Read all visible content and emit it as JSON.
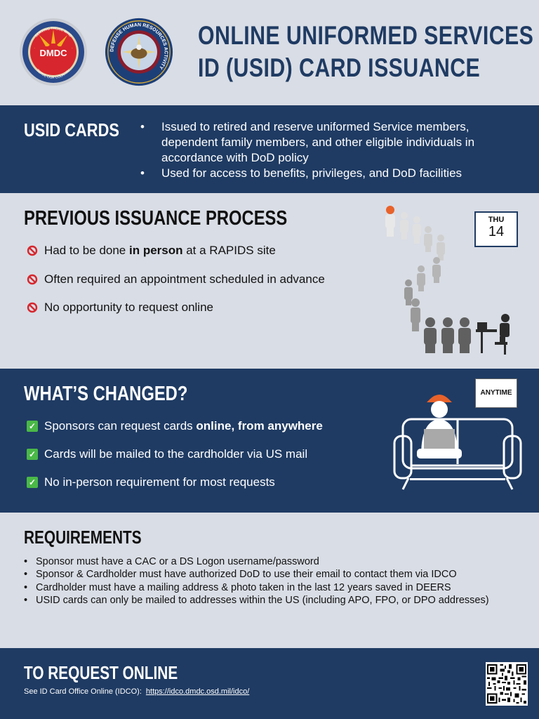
{
  "header": {
    "dmdc_logo": {
      "abbr": "DMDC",
      "top_arc": "SERVING THOSE WHO",
      "bottom_arc": "SERVE OUR COUNTRY"
    },
    "dhra_logo": {
      "ring_text": "DEFENSE HUMAN RESOURCES ACTIVITY"
    },
    "title_line1": "ONLINE UNIFORMED SERVICES",
    "title_line2": "ID (USID) CARD ISSUANCE"
  },
  "usid": {
    "heading": "USID CARDS",
    "items": [
      "Issued to retired and reserve uniformed Service members, dependent family members, and other eligible individuals in accordance with DoD policy",
      "Used for access to benefits, privileges, and DoD facilities"
    ]
  },
  "previous": {
    "heading": "PREVIOUS ISSUANCE PROCESS",
    "item1_pre": "Had to be done ",
    "item1_bold": "in person",
    "item1_post": " at a RAPIDS site",
    "item2": "Often required an appointment scheduled in advance",
    "item3": "No opportunity to request online",
    "calendar_day": "THU",
    "calendar_date": "14"
  },
  "changed": {
    "heading": "WHAT’S CHANGED?",
    "item1_pre": "Sponsors can request cards ",
    "item1_bold": "online, from anywhere",
    "item2": "Cards will be mailed to the cardholder via US mail",
    "item3": "No in-person requirement for most requests",
    "calendar_label": "ANYTIME"
  },
  "requirements": {
    "heading": "REQUIREMENTS",
    "items": [
      "Sponsor must have a CAC or a DS Logon username/password",
      "Sponsor & Cardholder must have authorized DoD to use their email to contact them via IDCO",
      "Cardholder must have a mailing address & photo taken in the last 12 years saved in DEERS",
      "USID cards can only be mailed to addresses within the US (including APO, FPO, or DPO addresses)"
    ]
  },
  "footer": {
    "heading": "TO REQUEST ONLINE",
    "text": "See ID Card Office Online (IDCO):",
    "link": "https://idco.dmdc.osd.mil/idco/"
  },
  "colors": {
    "navy": "#1f3b63",
    "light_bg": "#d9dde5",
    "orange": "#e8622a",
    "green": "#4ab847",
    "red": "#d7262d"
  }
}
